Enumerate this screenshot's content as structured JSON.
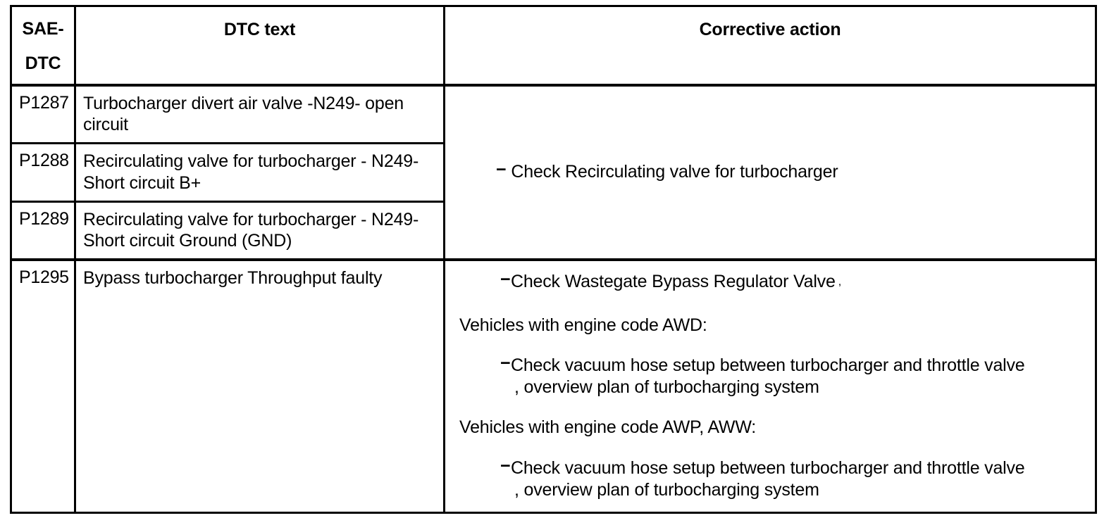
{
  "table": {
    "headers": {
      "sae_line1": "SAE-",
      "sae_line2": "DTC",
      "dtc_text": "DTC text",
      "corrective_action": "Corrective action"
    },
    "group_1": {
      "rows": [
        {
          "code": "P1287",
          "dtc_text": "Turbocharger divert air valve -N249- open circuit"
        },
        {
          "code": "P1288",
          "dtc_text": "Recirculating valve for turbocharger - N249- Short circuit B+"
        },
        {
          "code": "P1289",
          "dtc_text": "Recirculating valve for turbocharger - N249- Short circuit Ground (GND)"
        }
      ],
      "corrective_action": {
        "bullet": "Check Recirculating valve for turbocharger",
        "dash": "−"
      }
    },
    "group_2": {
      "row": {
        "code": "P1295",
        "dtc_text": "Bypass turbocharger Throughput faulty"
      },
      "corrective_action": {
        "dash": "−",
        "bullet_1": "Check Wastegate Bypass Regulator Valve",
        "bullet_1_tail": ",",
        "heading_1": "Vehicles with engine code AWD:",
        "bullet_2_line1": "Check vacuum hose setup between turbocharger and throttle valve",
        "bullet_2_line2": ", overview plan of turbocharging system",
        "heading_2": "Vehicles with engine code AWP, AWW:",
        "bullet_3_line1": "Check vacuum hose setup between turbocharger and throttle valve",
        "bullet_3_line2": ", overview plan of turbocharging system"
      }
    }
  }
}
